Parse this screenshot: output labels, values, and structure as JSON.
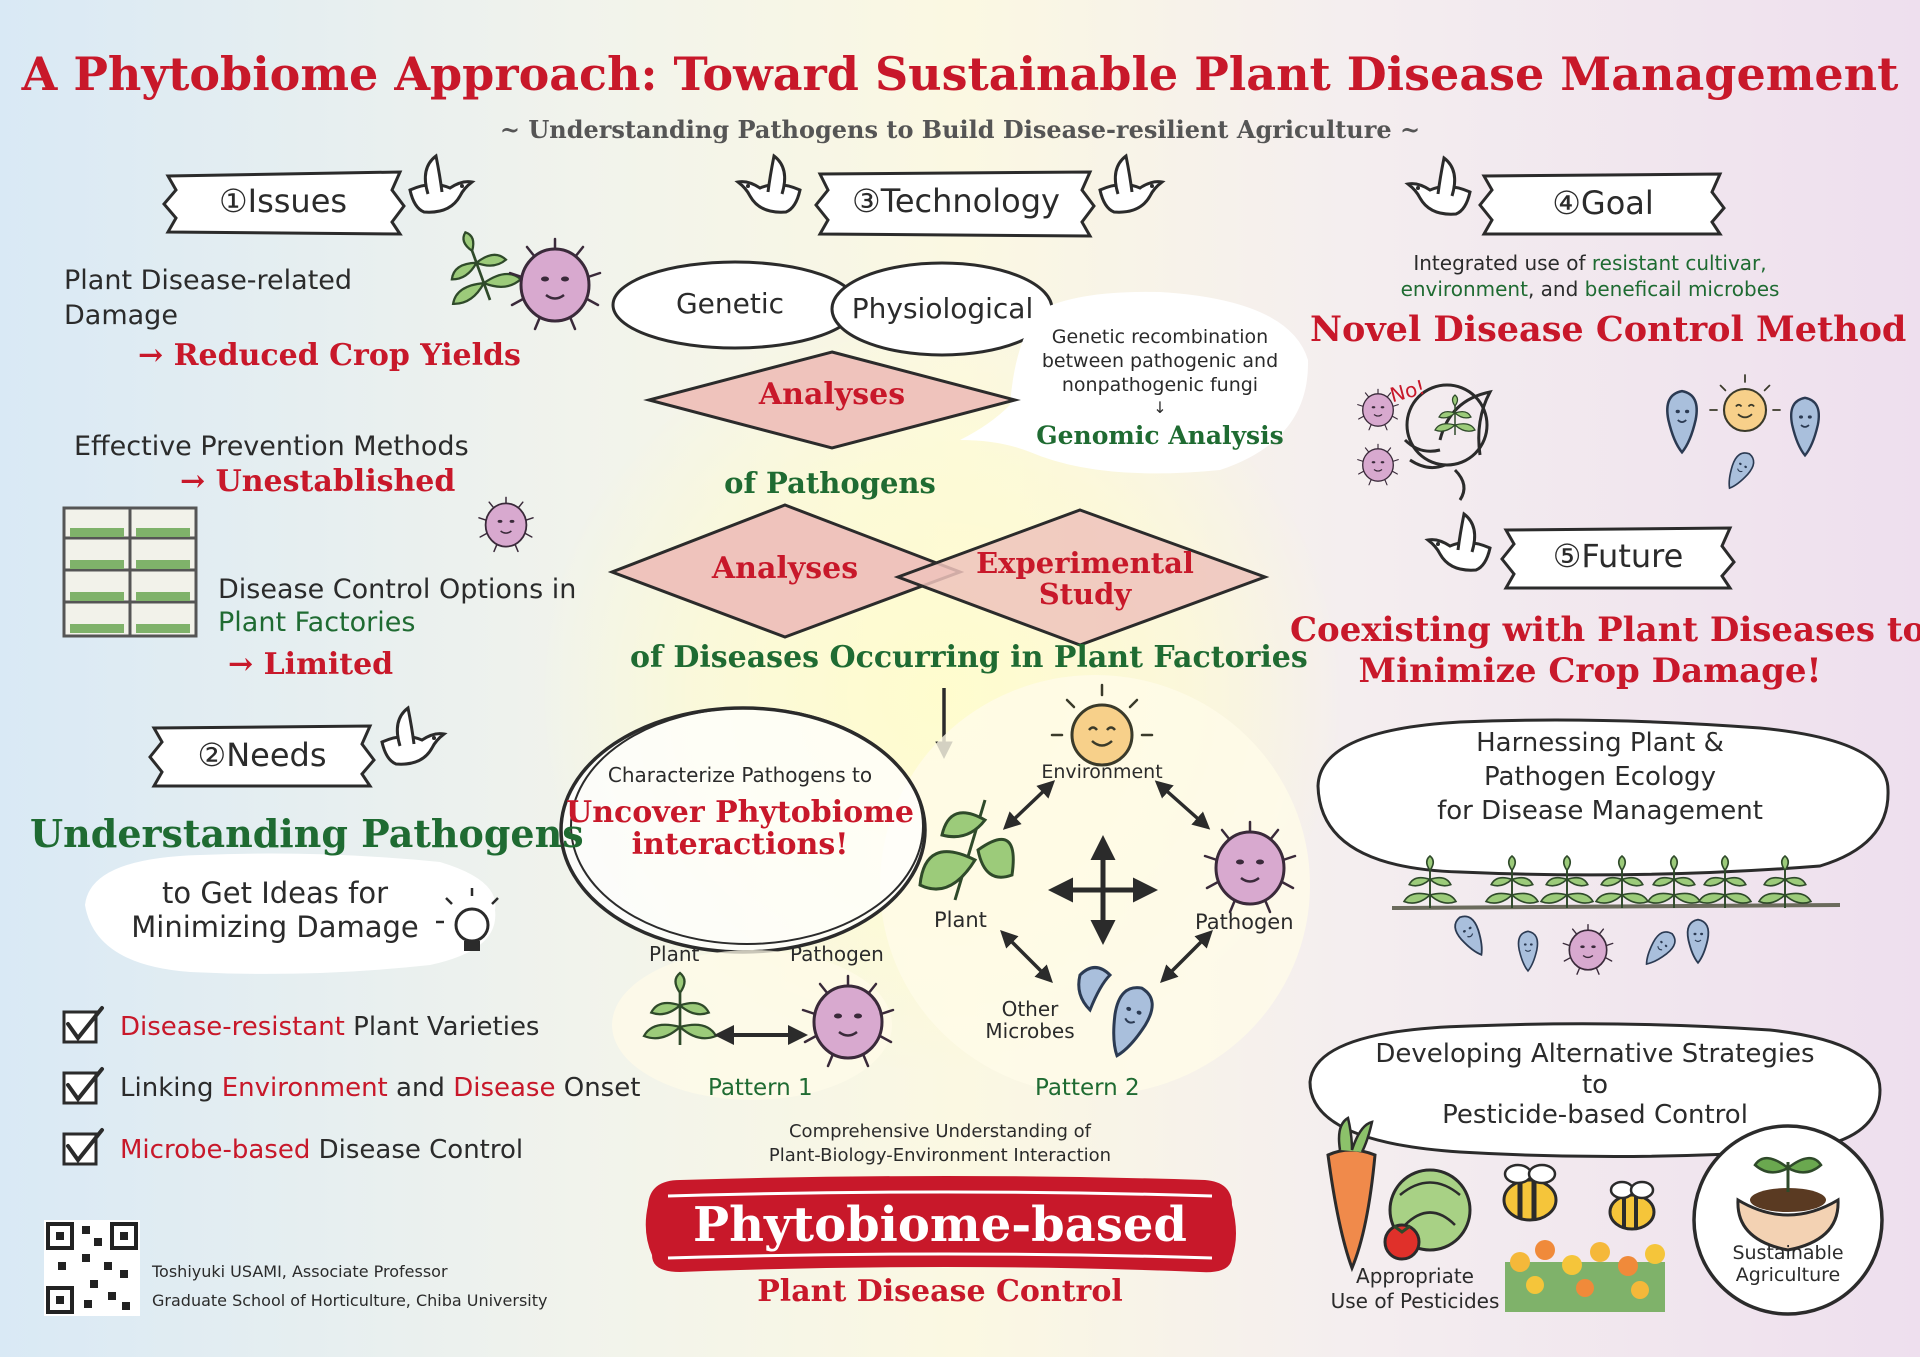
{
  "header": {
    "title": "A Phytobiome Approach: Toward Sustainable Plant Disease Management",
    "subtitle": "~ Understanding Pathogens to Build Disease-resilient Agriculture ~"
  },
  "issues": {
    "banner": "①Issues",
    "damage_line1": "Plant Disease-related",
    "damage_line2": "Damage",
    "damage_result": "→ Reduced Crop Yields",
    "prevention": "Effective Prevention Methods",
    "prevention_result": "→ Unestablished",
    "factory_line1": "Disease Control Options in",
    "factory_line2": "Plant Factories",
    "factory_result": "→ Limited"
  },
  "needs": {
    "banner": "②Needs",
    "headline": "Understanding Pathogens",
    "idea_line1": "to Get Ideas for",
    "idea_line2": "Minimizing Damage",
    "checklist": [
      {
        "red": "Disease-resistant",
        "rest": " Plant Varieties"
      },
      {
        "a": "Linking ",
        "b": "Environment",
        "c": " and ",
        "d": "Disease",
        "e": " Onset"
      },
      {
        "red": "Microbe-based",
        "rest": " Disease Control"
      }
    ]
  },
  "technology": {
    "banner": "③Technology",
    "genetic": "Genetic",
    "physiological": "Physiological",
    "analyses1": "Analyses",
    "of_pathogens": "of Pathogens",
    "bubble_line1": "Genetic recombination",
    "bubble_line2": "between pathogenic and",
    "bubble_line3": "nonpathogenic fungi",
    "bubble_arrow": "↓",
    "genomic": "Genomic Analysis",
    "analyses2": "Analyses",
    "experimental_line1": "Experimental",
    "experimental_line2": "Study",
    "of_diseases": "of Diseases Occurring in Plant Factories",
    "characterize": "Characterize Pathogens to",
    "uncover_line1": "Uncover Phytobiome",
    "uncover_line2": "interactions!",
    "pattern1": {
      "plant": "Plant",
      "pathogen": "Pathogen",
      "label": "Pattern 1"
    },
    "pattern2": {
      "environment": "Environment",
      "plant": "Plant",
      "pathogen": "Pathogen",
      "other_line1": "Other",
      "other_line2": "Microbes",
      "label": "Pattern 2"
    },
    "comprehensive_line1": "Comprehensive Understanding of",
    "comprehensive_line2": "Plant-Biology-Environment Interaction",
    "ribbon": "Phytobiome-based",
    "control": "Plant Disease Control"
  },
  "goal": {
    "banner": "④Goal",
    "line1_a": "Integrated use of ",
    "line1_b": "resistant cultivar,",
    "line2_a": "environment",
    "line2_b": ", and ",
    "line2_c": "beneficail microbes",
    "novel": "Novel Disease Control Method",
    "no": "No!"
  },
  "future": {
    "banner": "⑤Future",
    "coexist_line1": "Coexisting with Plant Diseases to",
    "coexist_line2": "Minimize Crop Damage!",
    "harness_line1": "Harnessing Plant &",
    "harness_line2": "Pathogen Ecology",
    "harness_line3": "for Disease Management",
    "develop_line1": "Developing Alternative Strategies",
    "develop_line2": "to",
    "develop_line3": "Pesticide-based Control",
    "appropriate_line1": "Appropriate",
    "appropriate_line2": "Use of Pesticides",
    "sustainable_line1": "Sustainable",
    "sustainable_line2": "Agriculture"
  },
  "footer": {
    "author": "Toshiyuki USAMI, Associate Professor",
    "affiliation": "Graduate School of Horticulture, Chiba University"
  },
  "colors": {
    "title_red": "#c8182a",
    "text_green": "#1f6b32",
    "diamond_fill": "#efc3bc",
    "ribbon_red": "#c8182a"
  }
}
